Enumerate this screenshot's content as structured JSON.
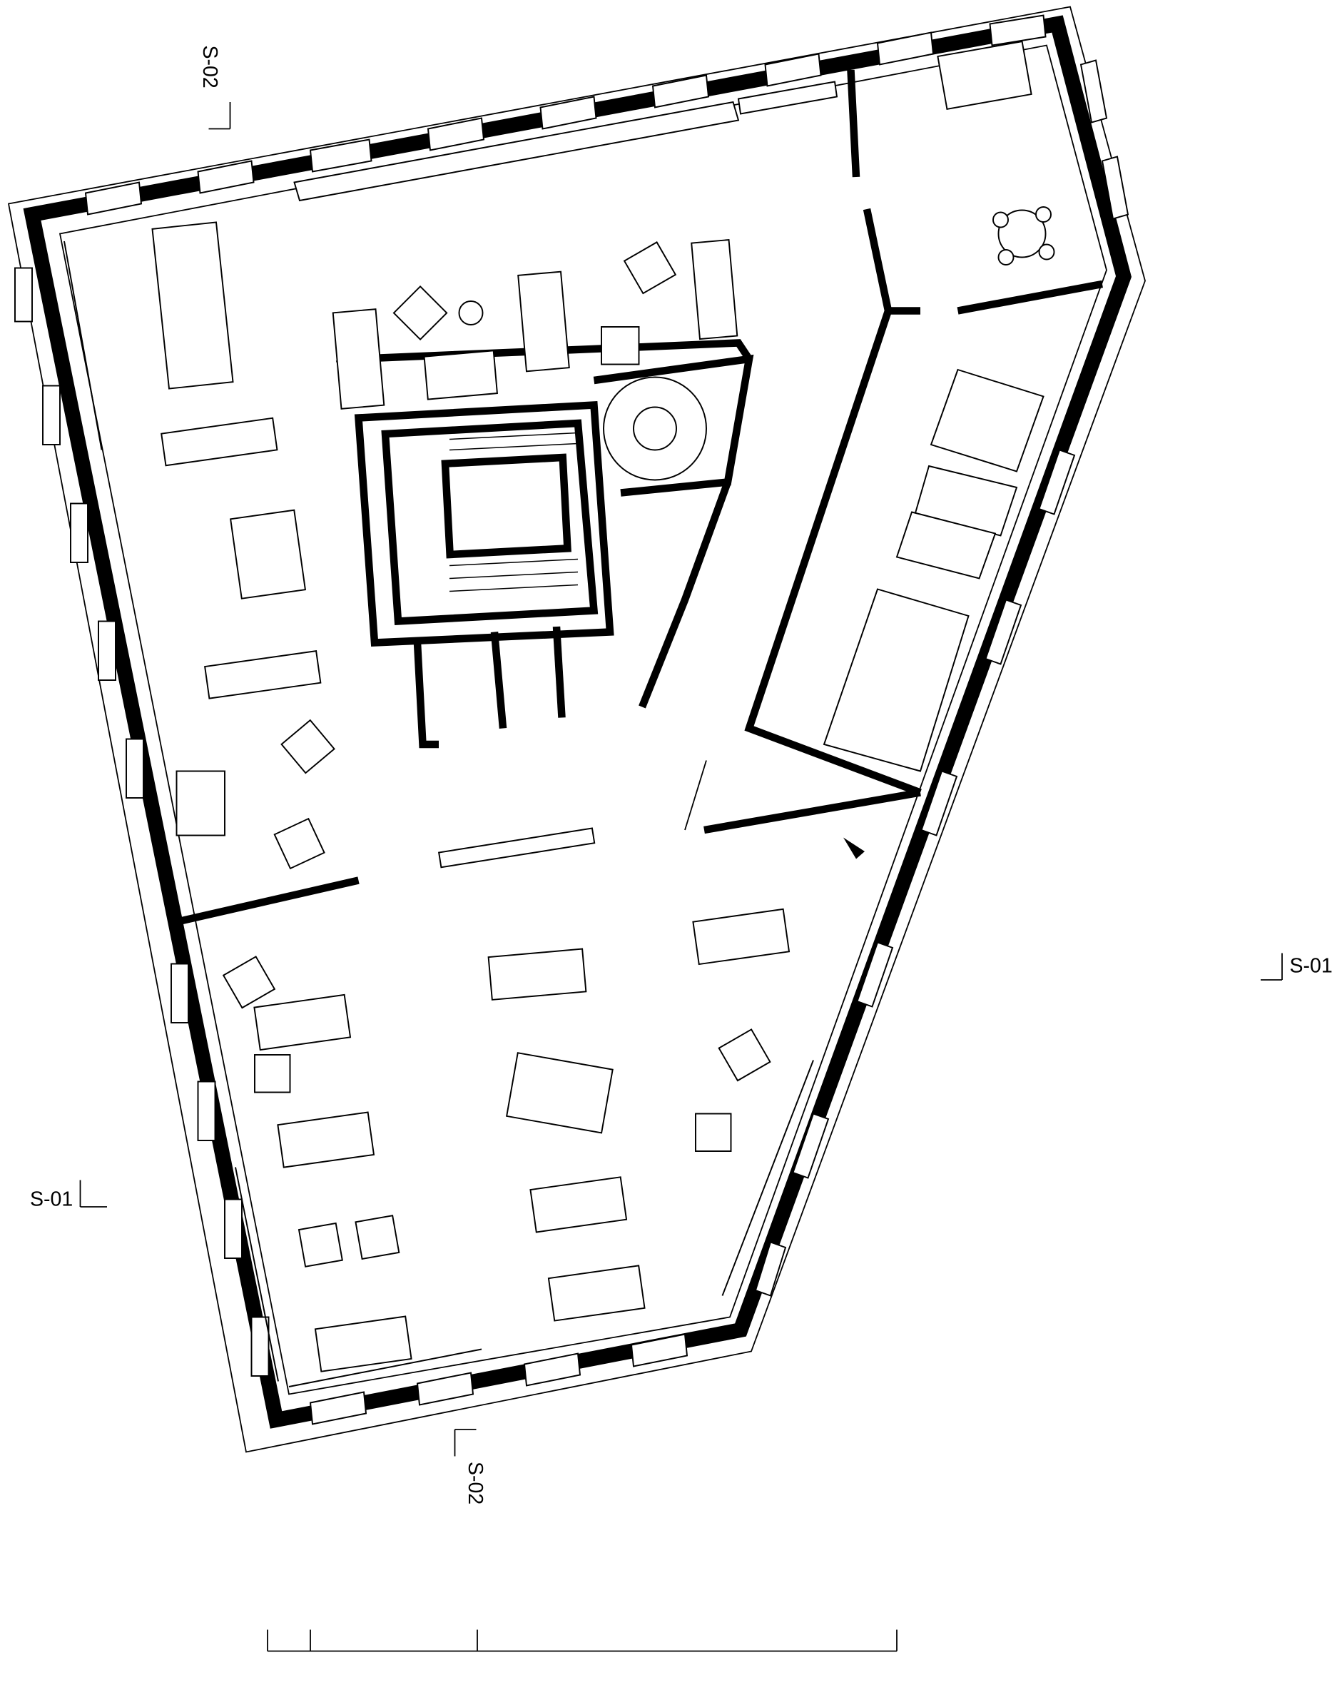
{
  "plan": {
    "title": "Floor plan",
    "section_markers": [
      {
        "id": "top-left",
        "label": "S-02"
      },
      {
        "id": "right",
        "label": "S-01"
      },
      {
        "id": "left",
        "label": "S-01"
      },
      {
        "id": "bottom",
        "label": "S-02"
      }
    ],
    "colors": {
      "line": "#000000",
      "background": "#ffffff"
    }
  }
}
